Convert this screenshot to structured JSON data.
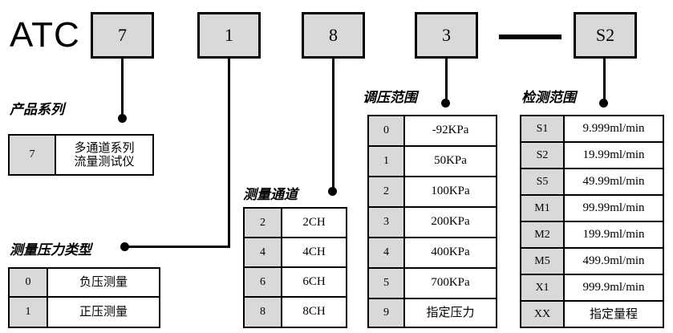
{
  "brand": "ATC",
  "model_boxes": [
    {
      "name": "series-code",
      "value": "7"
    },
    {
      "name": "pressure-type-code",
      "value": "1"
    },
    {
      "name": "channel-code",
      "value": "8"
    },
    {
      "name": "pressure-range-code",
      "value": "3"
    },
    {
      "name": "detection-range-code",
      "value": "S2"
    }
  ],
  "separator": "—",
  "sections": {
    "product_series": {
      "caption": "产品系列",
      "rows": [
        {
          "code": "7",
          "desc_line1": "多通道系列",
          "desc_line2": "流量测试仪"
        }
      ]
    },
    "pressure_type": {
      "caption": "测量压力类型",
      "rows": [
        {
          "code": "0",
          "desc": "负压测量"
        },
        {
          "code": "1",
          "desc": "正压测量"
        }
      ]
    },
    "channels": {
      "caption": "测量通道",
      "rows": [
        {
          "code": "2",
          "desc": "2CH"
        },
        {
          "code": "4",
          "desc": "4CH"
        },
        {
          "code": "6",
          "desc": "6CH"
        },
        {
          "code": "8",
          "desc": "8CH"
        }
      ]
    },
    "pressure_range": {
      "caption": "调压范围",
      "rows": [
        {
          "code": "0",
          "desc": "-92KPa"
        },
        {
          "code": "1",
          "desc": "50KPa"
        },
        {
          "code": "2",
          "desc": "100KPa"
        },
        {
          "code": "3",
          "desc": "200KPa"
        },
        {
          "code": "4",
          "desc": "400KPa"
        },
        {
          "code": "5",
          "desc": "700KPa"
        },
        {
          "code": "9",
          "desc": "指定压力"
        }
      ]
    },
    "detection_range": {
      "caption": "检测范围",
      "rows": [
        {
          "code": "S1",
          "desc": "9.999ml/min"
        },
        {
          "code": "S2",
          "desc": "19.99ml/min"
        },
        {
          "code": "S5",
          "desc": "49.99ml/min"
        },
        {
          "code": "M1",
          "desc": "99.99ml/min"
        },
        {
          "code": "M2",
          "desc": "199.9ml/min"
        },
        {
          "code": "M5",
          "desc": "499.9ml/min"
        },
        {
          "code": "X1",
          "desc": "999.9ml/min"
        },
        {
          "code": "XX",
          "desc": "指定量程"
        }
      ]
    }
  },
  "colors": {
    "box_fill": "#d9d9d9",
    "line": "#000000",
    "background": "#ffffff"
  }
}
